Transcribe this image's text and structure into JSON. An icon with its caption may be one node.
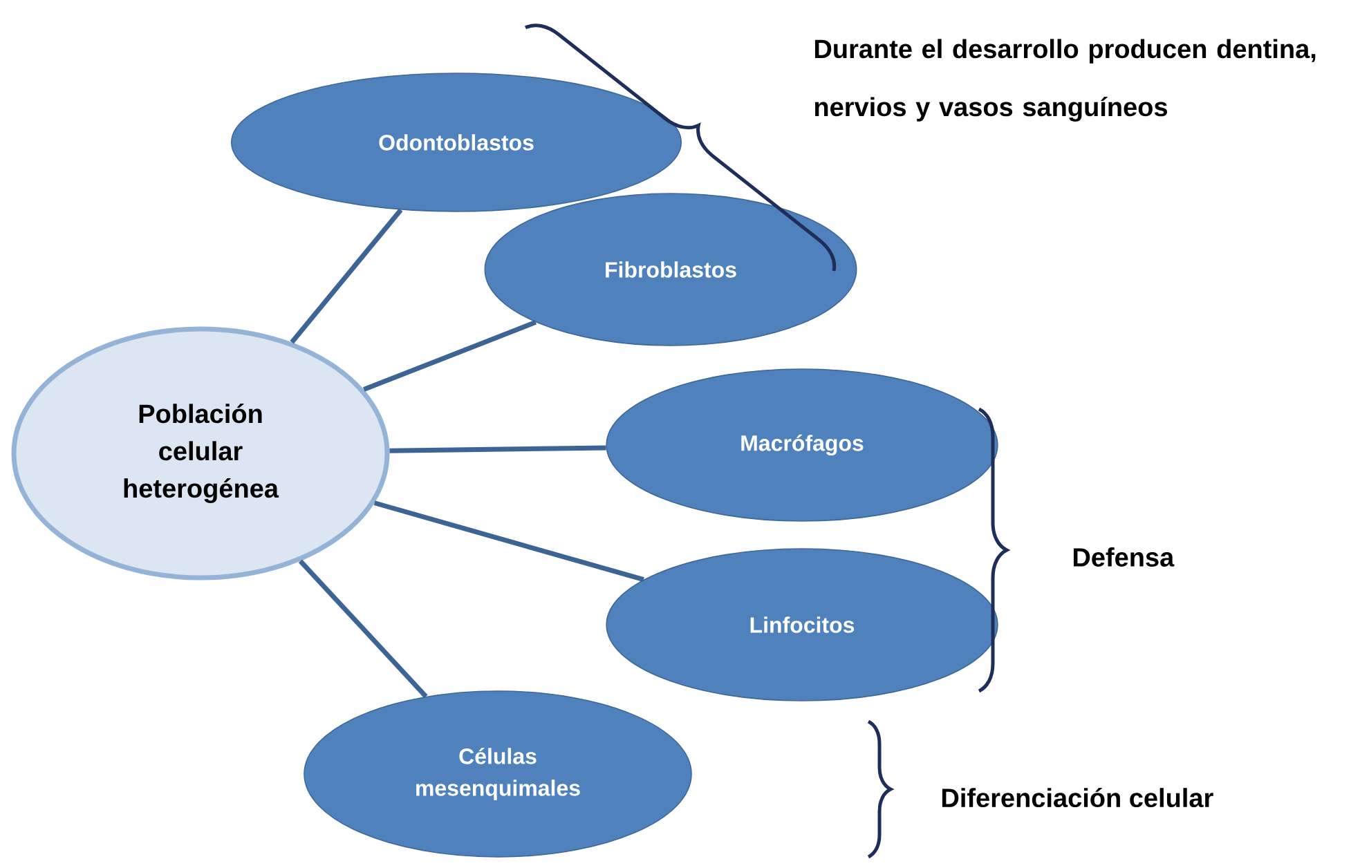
{
  "diagram": {
    "nodes": [
      {
        "text": [
          "Población celular heterogénea"
        ]
      },
      {
        "text": [
          "Odontoblastos"
        ]
      },
      {
        "text": [
          "Fibroblastos"
        ]
      },
      {
        "text": [
          "Macrófagos"
        ]
      },
      {
        "text": [
          "Linfocitos"
        ]
      },
      {
        "text": [
          "Células mesenquimales"
        ]
      }
    ],
    "edges": [
      {
        "from": 0,
        "to": 1,
        "arrow": "none"
      },
      {
        "from": 0,
        "to": 2,
        "arrow": "none"
      },
      {
        "from": 0,
        "to": 3,
        "arrow": "none"
      },
      {
        "from": 0,
        "to": 4,
        "arrow": "none"
      },
      {
        "from": 0,
        "to": 5,
        "arrow": "none"
      }
    ],
    "labels": [
      "Durante el desarrollo producen dentina, nervios y vasos sanguíneos",
      "Defensa",
      "Diferenciación celular"
    ]
  }
}
